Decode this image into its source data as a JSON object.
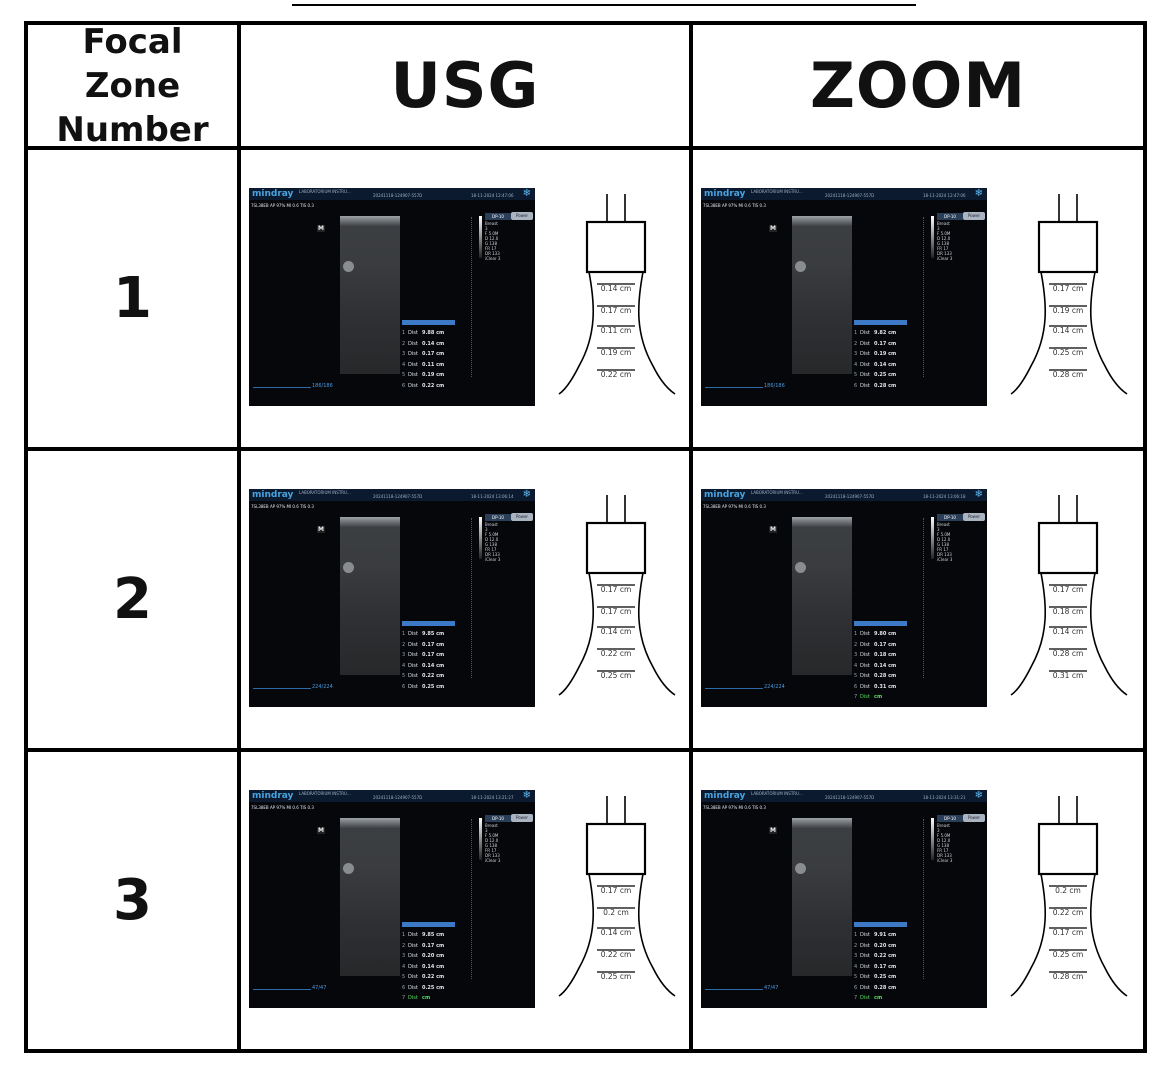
{
  "header": {
    "col1": "Focal Zone Number",
    "col2": "USG",
    "col3": "ZOOM"
  },
  "scanner": {
    "brand": "mindray",
    "lab": "LABORATORIUM INSTRU...",
    "session": "20241118-124907-557D",
    "params": "7SL38EB AP 97% MI 0.6 TIS 0.3",
    "preset": "DP-10",
    "power": "Power",
    "info": [
      "Breast",
      "3",
      "F 5.0M",
      "D 12.0",
      "G 138",
      "FR 17",
      "DR 133",
      "iClear 3"
    ],
    "dist_label": "Dist",
    "unit": "cm"
  },
  "rows": [
    {
      "zone": "1",
      "usg": {
        "date": "18-11-2024 12:47:06",
        "frames": "186/186",
        "meas": [
          {
            "n": "1",
            "v": "9.88 cm"
          },
          {
            "n": "2",
            "v": "0.14 cm"
          },
          {
            "n": "3",
            "v": "0.17 cm"
          },
          {
            "n": "4",
            "v": "0.11 cm"
          },
          {
            "n": "5",
            "v": "0.19 cm"
          },
          {
            "n": "6",
            "v": "0.22 cm"
          }
        ],
        "probe": [
          "0.14 cm",
          "0.17 cm",
          "0.11 cm",
          "0.19 cm",
          "0.22 cm"
        ]
      },
      "zoom": {
        "date": "18-11-2024 12:47:06",
        "frames": "186/186",
        "meas": [
          {
            "n": "1",
            "v": "9.82 cm"
          },
          {
            "n": "2",
            "v": "0.17 cm"
          },
          {
            "n": "3",
            "v": "0.19 cm"
          },
          {
            "n": "4",
            "v": "0.14 cm"
          },
          {
            "n": "5",
            "v": "0.25 cm"
          },
          {
            "n": "6",
            "v": "0.28 cm"
          }
        ],
        "probe": [
          "0.17 cm",
          "0.19 cm",
          "0.14 cm",
          "0.25 cm",
          "0.28 cm"
        ]
      }
    },
    {
      "zone": "2",
      "usg": {
        "date": "18-11-2024 13:06:14",
        "frames": "224/224",
        "meas": [
          {
            "n": "1",
            "v": "9.85 cm"
          },
          {
            "n": "2",
            "v": "0.17 cm"
          },
          {
            "n": "3",
            "v": "0.17 cm"
          },
          {
            "n": "4",
            "v": "0.14 cm"
          },
          {
            "n": "5",
            "v": "0.22 cm"
          },
          {
            "n": "6",
            "v": "0.25 cm"
          }
        ],
        "probe": [
          "0.17 cm",
          "0.17 cm",
          "0.14 cm",
          "0.22 cm",
          "0.25 cm"
        ]
      },
      "zoom": {
        "date": "18-11-2024 13:06:18",
        "frames": "224/224",
        "meas": [
          {
            "n": "1",
            "v": "9.80 cm"
          },
          {
            "n": "2",
            "v": "0.17 cm"
          },
          {
            "n": "3",
            "v": "0.18 cm"
          },
          {
            "n": "4",
            "v": "0.14 cm"
          },
          {
            "n": "5",
            "v": "0.28 cm"
          },
          {
            "n": "6",
            "v": "0.31 cm"
          },
          {
            "n": "7",
            "v": "cm",
            "green": true
          }
        ],
        "probe": [
          "0.17 cm",
          "0.18 cm",
          "0.14 cm",
          "0.28 cm",
          "0.31 cm"
        ]
      }
    },
    {
      "zone": "3",
      "usg": {
        "date": "18-11-2024 13:21:27",
        "frames": "47/47",
        "meas": [
          {
            "n": "1",
            "v": "9.85 cm"
          },
          {
            "n": "2",
            "v": "0.17 cm"
          },
          {
            "n": "3",
            "v": "0.20 cm"
          },
          {
            "n": "4",
            "v": "0.14 cm"
          },
          {
            "n": "5",
            "v": "0.22 cm"
          },
          {
            "n": "6",
            "v": "0.25 cm"
          },
          {
            "n": "7",
            "v": "cm",
            "green": true
          }
        ],
        "probe": [
          "0.17 cm",
          "0.2 cm",
          "0.14 cm",
          "0.22 cm",
          "0.25 cm"
        ]
      },
      "zoom": {
        "date": "18-11-2024 13:31:21",
        "frames": "47/47",
        "meas": [
          {
            "n": "1",
            "v": "9.91 cm"
          },
          {
            "n": "2",
            "v": "0.20 cm"
          },
          {
            "n": "3",
            "v": "0.22 cm"
          },
          {
            "n": "4",
            "v": "0.17 cm"
          },
          {
            "n": "5",
            "v": "0.25 cm"
          },
          {
            "n": "6",
            "v": "0.28 cm"
          },
          {
            "n": "7",
            "v": "cm",
            "green": true
          }
        ],
        "probe": [
          "0.2 cm",
          "0.22 cm",
          "0.17 cm",
          "0.25 cm",
          "0.28 cm"
        ]
      }
    }
  ]
}
